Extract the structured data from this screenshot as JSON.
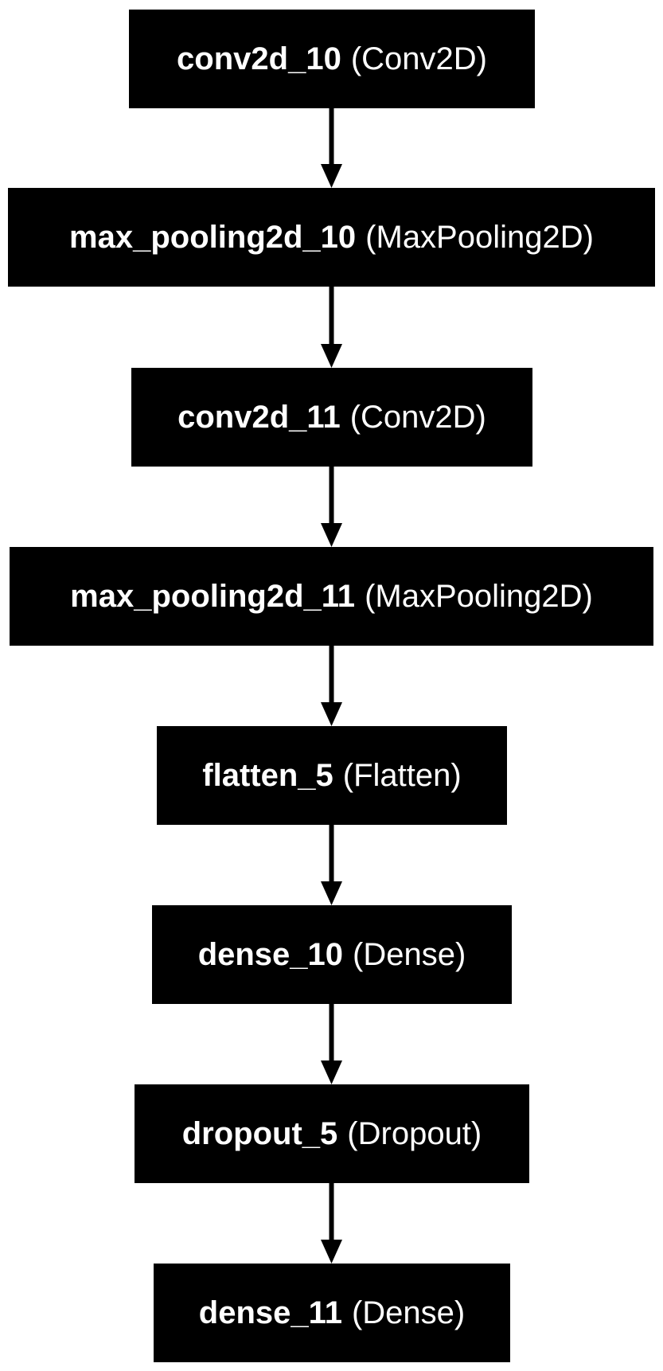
{
  "diagram": {
    "colors": {
      "box_fill": "#000000",
      "box_text": "#ffffff",
      "arrow": "#000000",
      "background": "#ffffff"
    },
    "layers": [
      {
        "name": "conv2d_10",
        "type": "(Conv2D)"
      },
      {
        "name": "max_pooling2d_10",
        "type": "(MaxPooling2D)"
      },
      {
        "name": "conv2d_11",
        "type": "(Conv2D)"
      },
      {
        "name": "max_pooling2d_11",
        "type": "(MaxPooling2D)"
      },
      {
        "name": "flatten_5",
        "type": "(Flatten)"
      },
      {
        "name": "dense_10",
        "type": "(Dense)"
      },
      {
        "name": "dropout_5",
        "type": "(Dropout)"
      },
      {
        "name": "dense_11",
        "type": "(Dense)"
      }
    ]
  }
}
